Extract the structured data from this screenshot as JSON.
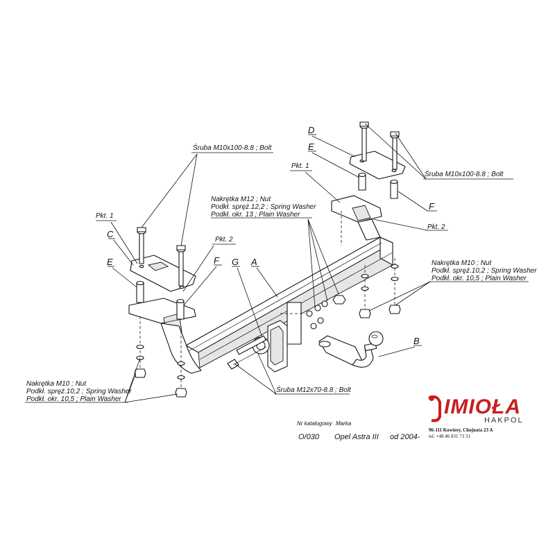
{
  "labels": {
    "bolt_m10_left": "Śruba M10x100-8.8 ;  Bolt",
    "bolt_m10_right": "Śruba M10x100-8.8 ;  Bolt",
    "bolt_m12": "Śruba M12x70-8.8 ;  Bolt",
    "nut_m12": "Nakrętka  M12 ; Nut",
    "washer_spring_12": "Podkł. spręż.12,2 ; Spring Washer",
    "washer_plain_13": "Podkł. okr. 13 ; Plain Washer",
    "nut_m10_right": "Nakrętka  M10 ; Nut",
    "washer_spring_10_right": "Podkł. spręż.10,2 ; Spring Washer",
    "washer_plain_10_right": "Podkł. okr. 10,5 ; Plain Washer",
    "nut_m10_left": "Nakrętka  M10 ; Nut",
    "washer_spring_10_left": "Podkł. spręż.10,2 ; Spring Washer",
    "washer_plain_10_left": "Podkł. okr. 10,5 ; Plain Washer",
    "pkt1_left": "Pkt. 1",
    "pkt2_left": "Pkt. 2",
    "pkt1_right": "Pkt. 1",
    "pkt2_right": "Pkt. 2",
    "c": "C",
    "e_left": "E",
    "f_left": "F",
    "g": "G",
    "a": "A",
    "b": "B",
    "d": "D",
    "e_right": "E",
    "f_right": "F"
  },
  "catalog": {
    "number_header": "Nr katalogowy",
    "brand_header": "Marka",
    "number": "O/030",
    "model": "Opel Astra III",
    "year": "od 2004-"
  },
  "company": {
    "logo_word": "IMIOŁA",
    "logo_sub": "HAKPOL",
    "address": "96-111 Kowiesy, Chojnata 23 A",
    "phone": "tel. +48 46 831 73 31"
  },
  "colors": {
    "ink": "#111111",
    "logo_red": "#c81e1e"
  }
}
